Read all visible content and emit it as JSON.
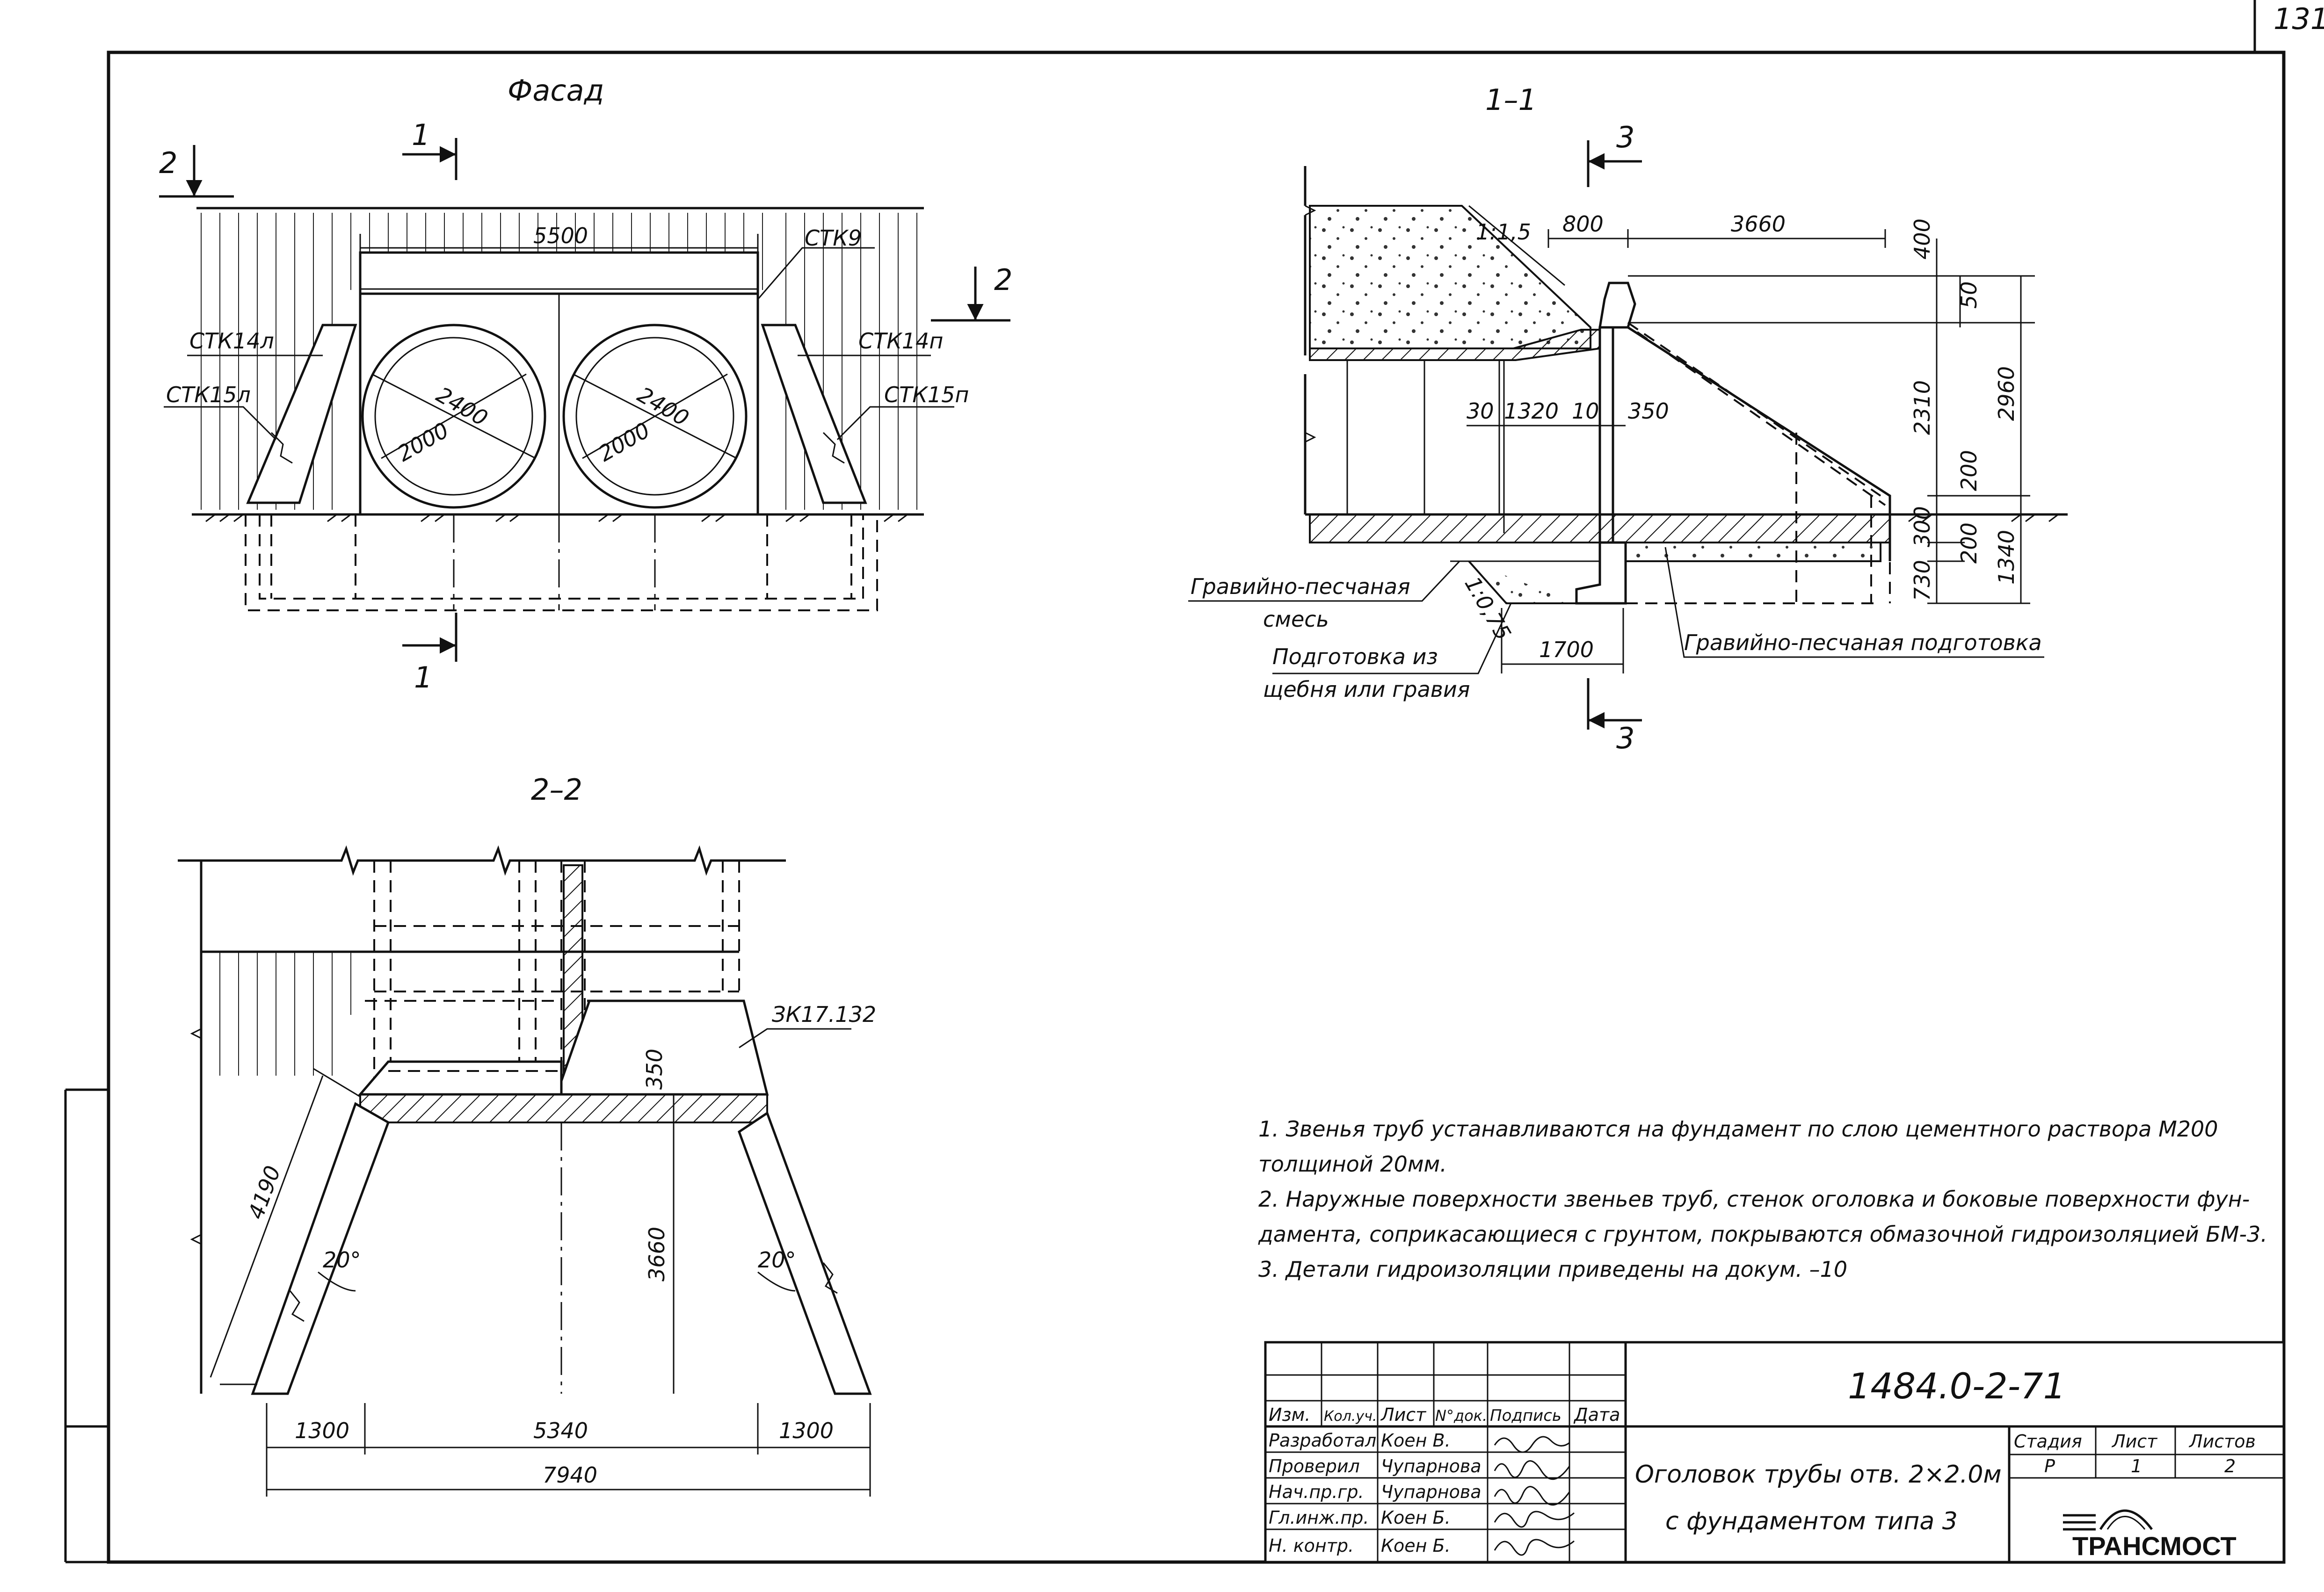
{
  "sheet": {
    "page_number": "131"
  },
  "facade": {
    "title": "Фасад",
    "section_mark_1": "1",
    "section_mark_2": "2",
    "dim_top": "5500",
    "pipe_outer": "2400",
    "pipe_inner": "2000",
    "labels": {
      "ctk9": "СТК9",
      "ctk14l": "СТК14л",
      "ctk15l": "СТК15л",
      "ctk14p": "СТК14п",
      "ctk15p": "СТК15п"
    }
  },
  "section11": {
    "title": "1–1",
    "section_mark_3": "3",
    "slope_top": "1:1,5",
    "slope_bottom": "1:0,75",
    "dims": {
      "d800": "800",
      "d3660": "3660",
      "d400": "400",
      "d50": "50",
      "d2310": "2310",
      "d2960": "2960",
      "d200a": "200",
      "d30": "30",
      "d1320": "1320",
      "d10": "10",
      "d350": "350",
      "d300": "300",
      "d200b": "200",
      "d730": "730",
      "d1340": "1340",
      "d1700": "1700"
    },
    "labels": {
      "gravel_mix_1": "Гравийно-песчаная",
      "gravel_mix_2": "смесь",
      "prep_1": "Подготовка из",
      "prep_2": "щебня или гравия",
      "gravel_prep": "Гравийно-песчаная подготовка"
    }
  },
  "section22": {
    "title": "2–2",
    "label_zk": "ЗК17.132",
    "dims": {
      "d350": "350",
      "d4190": "4190",
      "d3660": "3660",
      "ang_l": "20°",
      "ang_r": "20°",
      "d1300a": "1300",
      "d5340": "5340",
      "d1300b": "1300",
      "d7940": "7940"
    }
  },
  "notes": [
    "1. Звенья труб устанавливаются на фундамент по слою цементного раствора М200",
    "толщиной 20мм.",
    "2. Наружные поверхности звеньев труб, стенок оголовка и боковые поверхности фун-",
    "дамента, соприкасающиеся с грунтом, покрываются обмазочной гидроизоляцией БМ-3.",
    "3. Детали гидроизоляции приведены на докум. –10"
  ],
  "title_block": {
    "doc_code": "1484.0-2-71",
    "title_line1": "Оголовок трубы отв. 2×2.0м",
    "title_line2": "с фундаментом типа 3",
    "headers": {
      "izm": "Изм.",
      "kol": "Кол.уч.",
      "list": "Лист",
      "ndok": "N°док.",
      "podpis": "Подпись",
      "data": "Дата"
    },
    "roles": [
      "Разработал",
      "Проверил",
      "Нач.пр.гр.",
      "Гл.инж.пр.",
      "Н. контр."
    ],
    "names": [
      "Коен В.",
      "Чупарнова",
      "Чупарнова",
      "Коен Б.",
      "Коен Б."
    ],
    "stage_header": "Стадия",
    "sheet_header": "Лист",
    "sheets_header": "Листов",
    "stage": "Р",
    "sheet": "1",
    "sheets": "2",
    "logo": "ТРАНСМОСТ"
  }
}
